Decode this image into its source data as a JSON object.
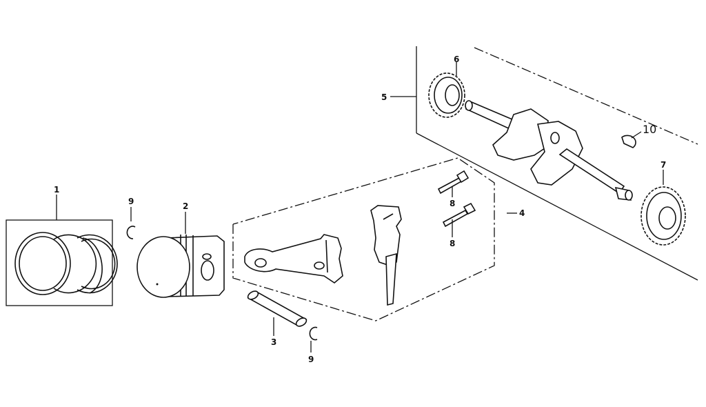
{
  "callouts": {
    "c1": "1",
    "c2": "2",
    "c3": "3",
    "c4": "4",
    "c5": "5",
    "c6": "6",
    "c7": "7",
    "c8a": "8",
    "c8b": "8",
    "c9a": "9",
    "c9b": "9",
    "c10": "10"
  }
}
